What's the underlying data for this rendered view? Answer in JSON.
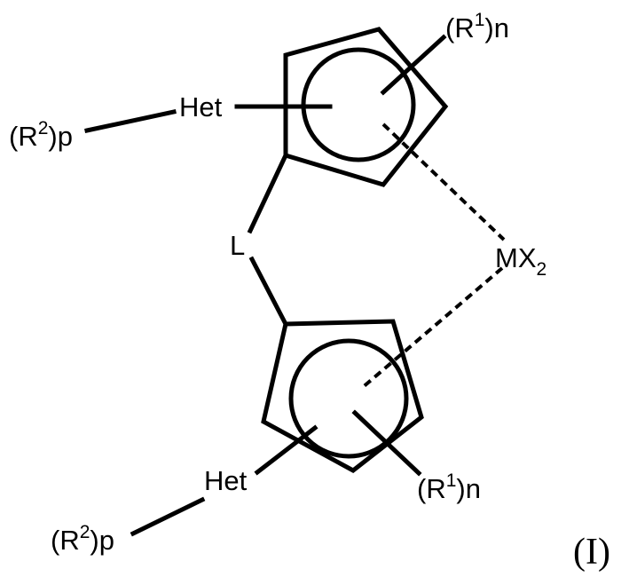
{
  "formula": {
    "top_substituent": {
      "open": "(R",
      "sup": "1",
      "close": ")n"
    },
    "top_het": "Het",
    "top_r2": {
      "open": "(R",
      "sup": "2",
      "close": ")p"
    },
    "linker": "L",
    "metal": {
      "main": "MX",
      "sub": "2"
    },
    "bottom_het": "Het",
    "bottom_substituent": {
      "open": "(R",
      "sup": "1",
      "close": ")n"
    },
    "bottom_r2": {
      "open": "(R",
      "sup": "2",
      "close": ")p"
    },
    "figure_label": "(I)"
  }
}
